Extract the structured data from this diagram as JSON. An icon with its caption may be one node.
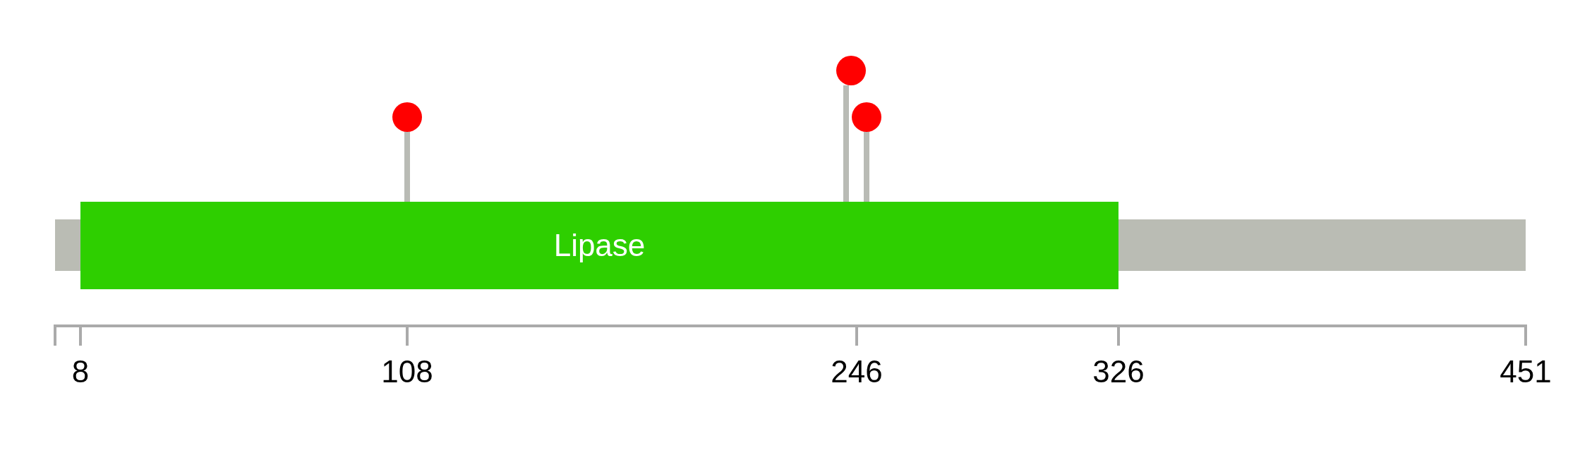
{
  "diagram": {
    "nodes": [
      {
        "text": [],
        "shape": "bar"
      },
      {
        "text": [
          "Lipase"
        ]
      },
      {
        "text": [],
        "shape": "bar"
      },
      {
        "text": [],
        "shape": "circle"
      },
      {
        "text": [],
        "shape": "circle"
      },
      {
        "text": [],
        "shape": "circle"
      }
    ],
    "edges": [
      {
        "from": 3,
        "to": 1,
        "arrow": "none"
      },
      {
        "from": 4,
        "to": 1,
        "arrow": "none"
      },
      {
        "from": 5,
        "to": 1,
        "arrow": "none"
      }
    ],
    "labels": [
      "8",
      "108",
      "246",
      "326",
      "451"
    ]
  }
}
